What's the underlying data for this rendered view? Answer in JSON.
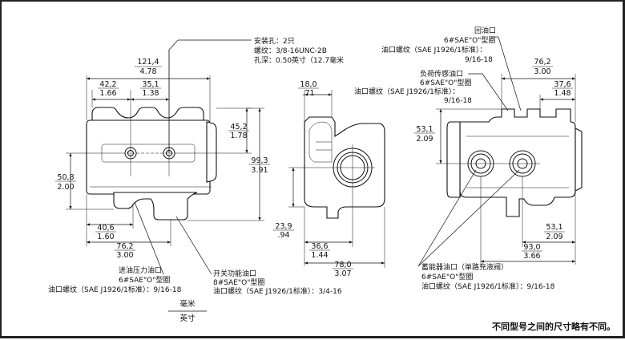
{
  "dimensions": {
    "overall_length": {
      "mm": "121,4",
      "in": "4.78"
    },
    "port_spacing_1": {
      "mm": "42,2",
      "in": "1.66"
    },
    "port_spacing_2": {
      "mm": "35,1",
      "in": "1.38"
    },
    "right_height": {
      "mm": "45,2",
      "in": "1.78"
    },
    "total_height": {
      "mm": "99,3",
      "in": "3.91"
    },
    "left_height": {
      "mm": "50,8",
      "in": "2.00"
    },
    "bottom_port_1": {
      "mm": "40,6",
      "in": "1.60"
    },
    "bottom_port_2": {
      "mm": "76,2",
      "in": "3.00"
    },
    "side_top": {
      "mm": "18,0",
      "in": ".71"
    },
    "side_bottom_1": {
      "mm": "23,9",
      "in": ".94"
    },
    "side_bottom_2": {
      "mm": "36,6",
      "in": "1.44"
    },
    "side_width": {
      "mm": "78,0",
      "in": "3.07"
    },
    "right_top_1": {
      "mm": "76,2",
      "in": "3.00"
    },
    "right_top_2": {
      "mm": "37,6",
      "in": "1.48"
    },
    "right_left_h": {
      "mm": "53,1",
      "in": "2.09"
    },
    "right_bottom_1": {
      "mm": "53,1",
      "in": "2.09"
    },
    "right_bottom_2": {
      "mm": "93,0",
      "in": "3.66"
    }
  },
  "callouts": {
    "mount": [
      "安装孔：2只",
      "螺纹：3/8-16UNC-2B",
      "孔深：0.50英寸（12.7毫米"
    ],
    "return_port": [
      "回油口",
      "6#SAE\"O\"型圈",
      "油口螺纹（SAE J1926/1标准）：",
      "9/16-18"
    ],
    "load_sense": [
      "负荷传感油口",
      "6#SAE\"O\"型圈",
      "油口螺纹（SAE J1926/1标准）：",
      "9/16-18"
    ],
    "inlet": [
      "进油压力油口",
      "6#SAE\"O\"型圈",
      "油口螺纹（SAE J1926/1标准）：9/16-18"
    ],
    "switch": [
      "开关功能油口",
      "8#SAE\"O\"型圈",
      "油口螺纹（SAE J1926/1标准）：3/4-16"
    ],
    "accumulator": [
      "蓄能器油口（单路充液阀）",
      "6#SAE\"O\"型圈",
      "油口螺纹（SAE J1926/1标准）：9/16-18"
    ]
  },
  "units_legend": {
    "top": "毫米",
    "bottom": "英寸"
  },
  "footnote": "不同型号之间的尺寸略有不同。"
}
